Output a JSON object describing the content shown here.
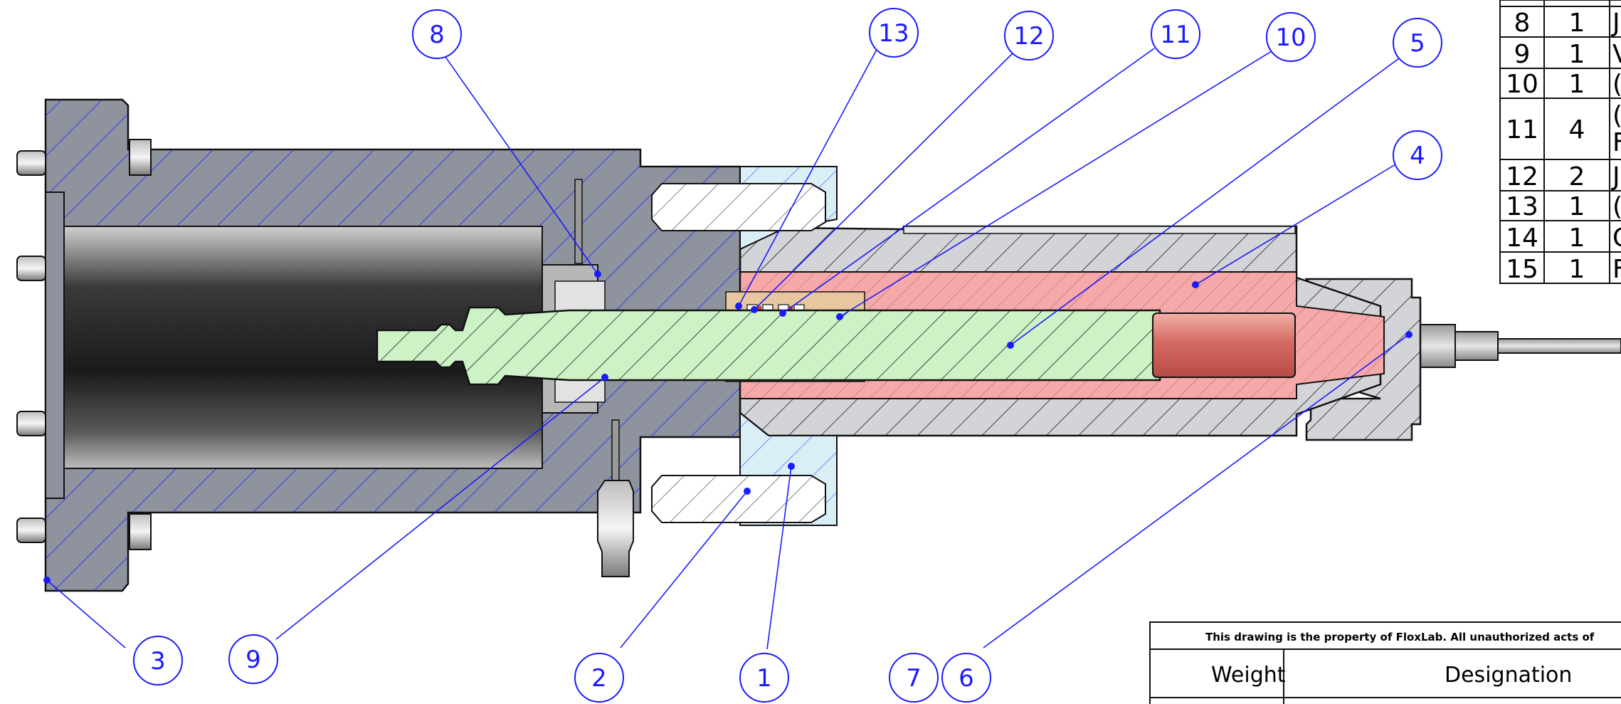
{
  "balloons": [
    {
      "n": "8"
    },
    {
      "n": "13"
    },
    {
      "n": "12"
    },
    {
      "n": "11"
    },
    {
      "n": "10"
    },
    {
      "n": "5"
    },
    {
      "n": "4"
    },
    {
      "n": "3"
    },
    {
      "n": "9"
    },
    {
      "n": "2"
    },
    {
      "n": "1"
    },
    {
      "n": "7"
    },
    {
      "n": "6"
    }
  ],
  "bom": {
    "rows": [
      {
        "item": "8",
        "qty": "1",
        "desc": "J"
      },
      {
        "item": "9",
        "qty": "1",
        "desc": "V"
      },
      {
        "item": "10",
        "qty": "1",
        "desc": "("
      },
      {
        "item": "11",
        "qty": "4",
        "desc": "(",
        "desc2": "F"
      },
      {
        "item": "12",
        "qty": "2",
        "desc": "J"
      },
      {
        "item": "13",
        "qty": "1",
        "desc": "("
      },
      {
        "item": "14",
        "qty": "1",
        "desc": "C"
      },
      {
        "item": "15",
        "qty": "1",
        "desc": "F"
      }
    ]
  },
  "title_block": {
    "notice": "This drawing is the property of FloxLab. All unauthorized acts of",
    "col_weight": "Weight",
    "col_designation": "Designation"
  },
  "colors": {
    "housing": "#8e939d",
    "sleeve": "#d2d4d7",
    "shaft": "#ccf2c6",
    "heater": "#f7a8a8",
    "clamp": "#d9eef5",
    "leader": "#1a1aff"
  }
}
